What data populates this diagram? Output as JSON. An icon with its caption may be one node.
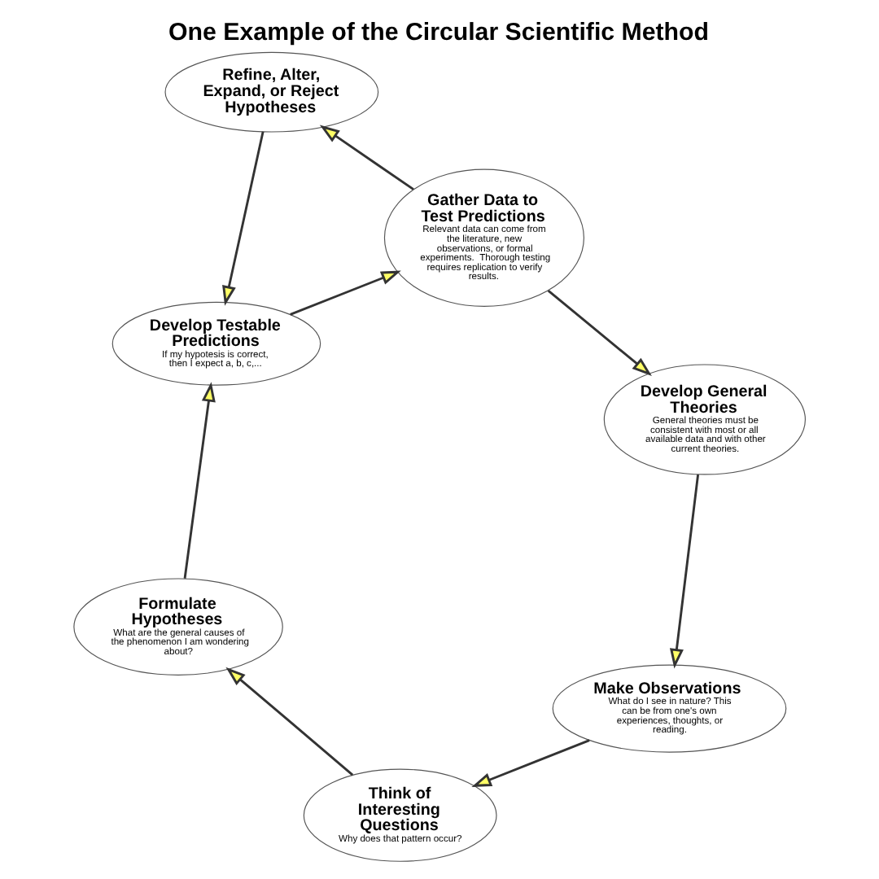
{
  "diagram": {
    "title": "One Example of the Circular Scientific Method",
    "nodes": [
      {
        "text": [
          "Make Observations",
          "What do I see in nature? This can be from one's own experiences, thoughts, or reading."
        ]
      },
      {
        "text": [
          "Develop General Theories",
          "General theories must be consistent with most or all available data and with other current theories."
        ]
      },
      {
        "text": [
          "Think of Interesting Questions",
          "Why does that pattern occur?"
        ]
      },
      {
        "text": [
          "Refine, Alter, Expand, or Reject Hypotheses"
        ]
      },
      {
        "text": [
          "Gather Data to Test Predictions",
          "Relevant data can come from the literature, new observations, or formal experiments.  Thorough testing requires replication to verify results."
        ]
      },
      {
        "text": [
          "Formulate Hypotheses",
          "What are the general causes of the phenomenon I am wondering about?"
        ]
      },
      {
        "text": [
          "Develop Testable Predictions",
          "If my hypotesis is correct, then I expect a, b, c,..."
        ]
      }
    ],
    "edges": [
      {
        "from": 0,
        "to": 2,
        "arrow": "to"
      },
      {
        "from": 2,
        "to": 5,
        "arrow": "to"
      },
      {
        "from": 5,
        "to": 6,
        "arrow": "to"
      },
      {
        "from": 6,
        "to": 4,
        "arrow": "to"
      },
      {
        "from": 4,
        "to": 1,
        "arrow": "to"
      },
      {
        "from": 1,
        "to": 0,
        "arrow": "to"
      },
      {
        "from": 4,
        "to": 3,
        "arrow": "to"
      },
      {
        "from": 3,
        "to": 6,
        "arrow": "to"
      }
    ]
  }
}
